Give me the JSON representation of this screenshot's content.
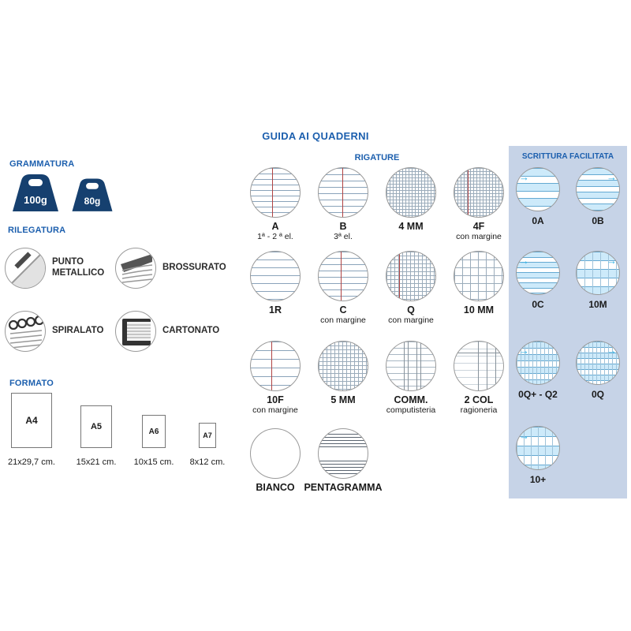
{
  "title": "GUIDA AI QUADERNI",
  "colors": {
    "accent_blue": "#1c5fae",
    "panel_bg": "#c6d3e7",
    "weight_navy": "#16406f",
    "arrow_cyan": "#2cb1e5",
    "margin_red": "#b04343"
  },
  "grammatura": {
    "heading": "GRAMMATURA",
    "weights": [
      {
        "label": "100g",
        "icon": "weight-icon"
      },
      {
        "label": "80g",
        "icon": "weight-icon"
      }
    ]
  },
  "rilegatura": {
    "heading": "RILEGATURA",
    "items": [
      {
        "label": "PUNTO METALLICO",
        "icon": "staple-binding-icon"
      },
      {
        "label": "BROSSURATO",
        "icon": "paperback-binding-icon"
      },
      {
        "label": "SPIRALATO",
        "icon": "spiral-binding-icon"
      },
      {
        "label": "CARTONATO",
        "icon": "hardcover-binding-icon"
      }
    ]
  },
  "formato": {
    "heading": "FORMATO",
    "items": [
      {
        "label": "A4",
        "size": "21x29,7 cm."
      },
      {
        "label": "A5",
        "size": "15x21 cm."
      },
      {
        "label": "A6",
        "size": "10x15 cm."
      },
      {
        "label": "A7",
        "size": "8x12 cm."
      }
    ]
  },
  "rigature": {
    "heading": "RIGATURE",
    "items": [
      {
        "label": "A",
        "sublabel": "1ª - 2 ª el.",
        "pattern": "lines-with-margin"
      },
      {
        "label": "B",
        "sublabel": "3ª el.",
        "pattern": "lines-with-margin"
      },
      {
        "label": "4 MM",
        "sublabel": "",
        "pattern": "grid-4mm"
      },
      {
        "label": "4F",
        "sublabel": "con margine",
        "pattern": "grid-with-margin"
      },
      {
        "label": "1R",
        "sublabel": "",
        "pattern": "wide-lines"
      },
      {
        "label": "C",
        "sublabel": "con margine",
        "pattern": "lines-with-margin"
      },
      {
        "label": "Q",
        "sublabel": "con margine",
        "pattern": "grid-with-margin"
      },
      {
        "label": "10 MM",
        "sublabel": "",
        "pattern": "grid-10mm"
      },
      {
        "label": "10F",
        "sublabel": "con margine",
        "pattern": "wide-lines-with-margin"
      },
      {
        "label": "5 MM",
        "sublabel": "",
        "pattern": "grid-5mm"
      },
      {
        "label": "COMM.",
        "sublabel": "computisteria",
        "pattern": "ledger-columns"
      },
      {
        "label": "2 COL",
        "sublabel": "ragioneria",
        "pattern": "two-columns"
      },
      {
        "label": "BIANCO",
        "sublabel": "",
        "pattern": "blank"
      },
      {
        "label": "PENTAGRAMMA",
        "sublabel": "",
        "pattern": "music-staff"
      }
    ]
  },
  "scrittura": {
    "heading": "SCRITTURA FACILITATA",
    "items": [
      {
        "label": "0A"
      },
      {
        "label": "0B"
      },
      {
        "label": "0C"
      },
      {
        "label": "10M"
      },
      {
        "label": "0Q+ - Q2"
      },
      {
        "label": "0Q"
      },
      {
        "label": "10+"
      }
    ]
  }
}
